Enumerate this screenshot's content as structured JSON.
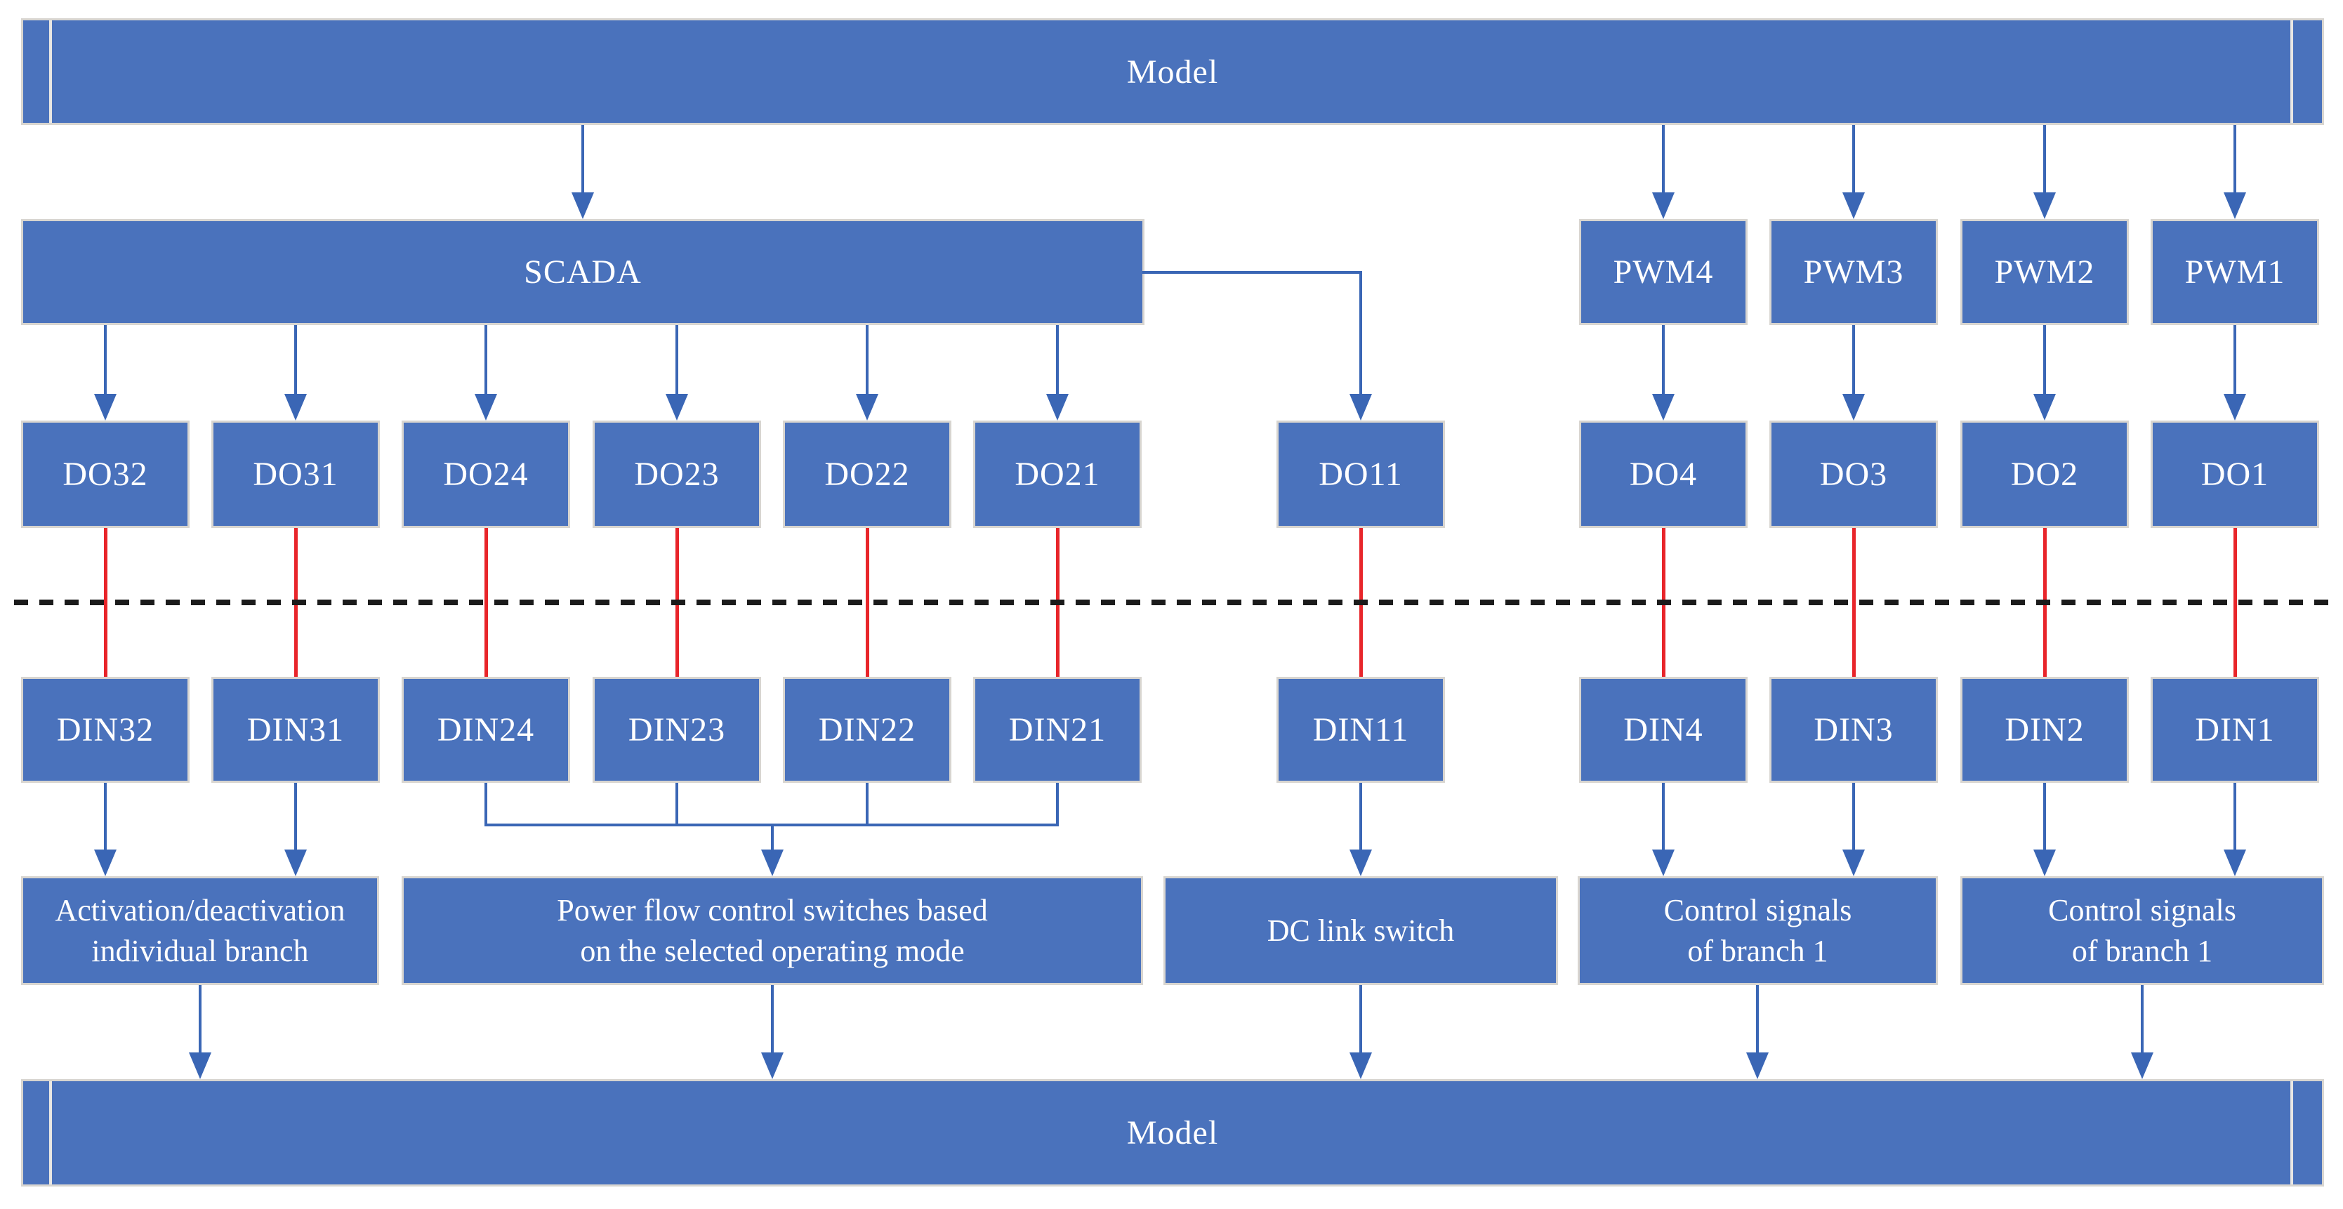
{
  "bars": {
    "top": "Model",
    "bottom": "Model"
  },
  "nodes": {
    "scada": "SCADA",
    "pwm": [
      "PWM4",
      "PWM3",
      "PWM2",
      "PWM1"
    ],
    "do": [
      "DO32",
      "DO31",
      "DO24",
      "DO23",
      "DO22",
      "DO21",
      "DO11",
      "DO4",
      "DO3",
      "DO2",
      "DO1"
    ],
    "din": [
      "DIN32",
      "DIN31",
      "DIN24",
      "DIN23",
      "DIN22",
      "DIN21",
      "DIN11",
      "DIN4",
      "DIN3",
      "DIN2",
      "DIN1"
    ]
  },
  "outputs": [
    {
      "line1": "Activation/deactivation",
      "line2": "individual branch"
    },
    {
      "line1": "Power flow control switches based",
      "line2": "on the selected operating mode"
    },
    {
      "line1": "DC link switch",
      "line2": ""
    },
    {
      "line1": "Control signals",
      "line2": "of branch 1"
    },
    {
      "line1": "Control signals",
      "line2": "of branch 1"
    }
  ],
  "edges": [
    "Model -> SCADA",
    "Model -> PWM4",
    "Model -> PWM3",
    "Model -> PWM2",
    "Model -> PWM1",
    "SCADA -> DO32",
    "SCADA -> DO31",
    "SCADA -> DO24",
    "SCADA -> DO23",
    "SCADA -> DO22",
    "SCADA -> DO21",
    "SCADA -> DO11",
    "PWM4 -> DO4",
    "PWM3 -> DO3",
    "PWM2 -> DO2",
    "PWM1 -> DO1",
    "DO32 -> DIN32 (red link across dashed boundary)",
    "DO31 -> DIN31",
    "DO24 -> DIN24",
    "DO23 -> DIN23",
    "DO22 -> DIN22",
    "DO21 -> DIN21",
    "DO11 -> DIN11",
    "DO4 -> DIN4",
    "DO3 -> DIN3",
    "DO2 -> DIN2",
    "DO1 -> DIN1",
    "DIN32 -> Activation/deactivation individual branch",
    "DIN31 -> Activation/deactivation individual branch",
    "DIN24+DIN23+DIN22+DIN21 -> Power flow control switches based on the selected operating mode",
    "DIN11 -> DC link switch",
    "DIN4+DIN3 -> Control signals of branch 1",
    "DIN2+DIN1 -> Control signals of branch 1",
    "Activation/deactivation individual branch -> Model",
    "Power flow control switches -> Model",
    "DC link switch -> Model",
    "Control signals of branch 1 -> Model",
    "Control signals of branch 1 -> Model"
  ],
  "colors": {
    "page_bg": "#ffffff",
    "node_fill": "#4a72bc",
    "node_border": "#d8d5d0",
    "arrow_blue": "#3a66b5",
    "link_red": "#e8252a",
    "boundary_dash": "#1b1b1b",
    "text": "#ffffff"
  }
}
